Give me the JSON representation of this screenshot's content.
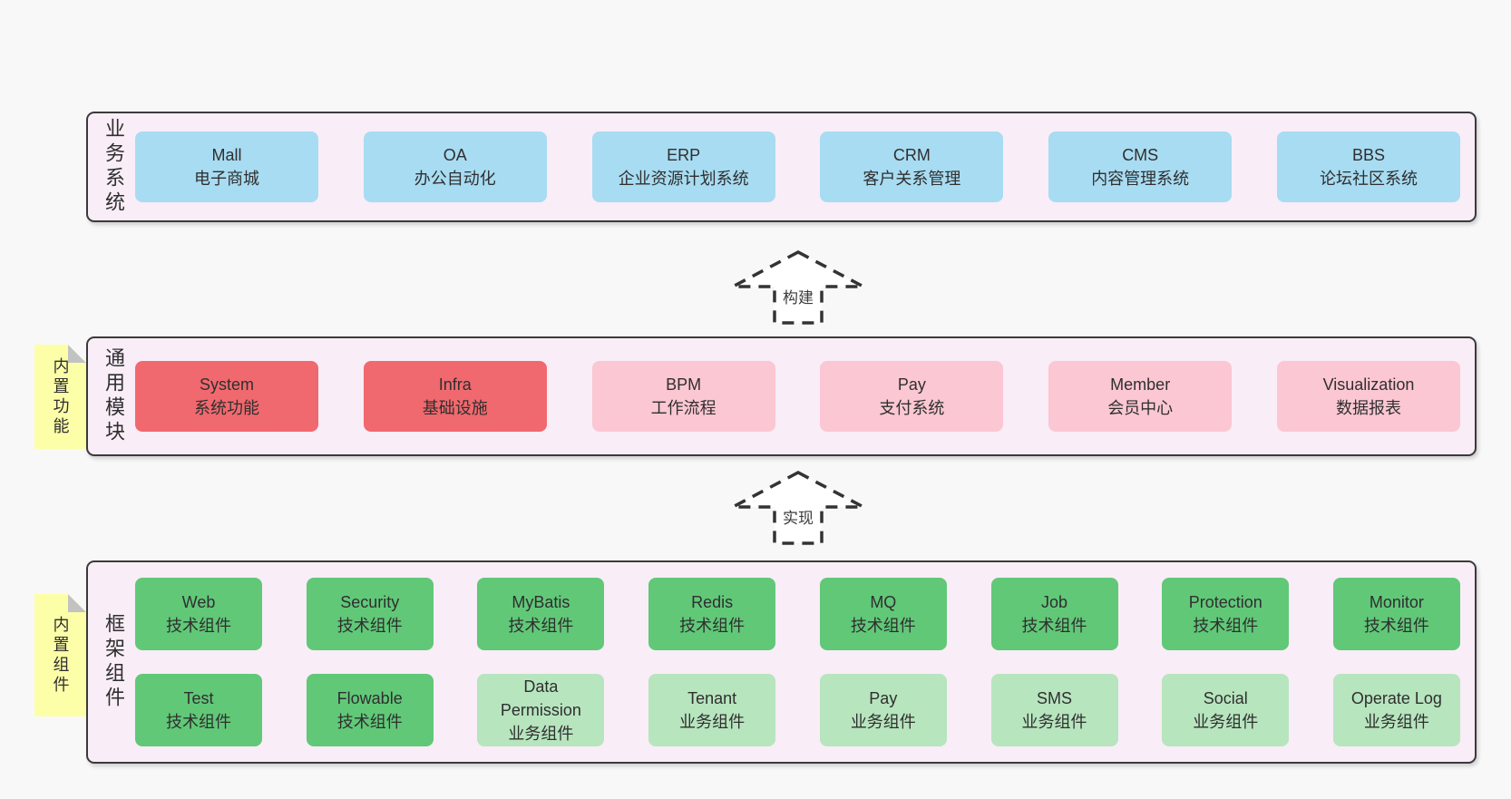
{
  "colors": {
    "page_bg": "#f8f8f8",
    "panel_bg": "#f9edf7",
    "panel_border": "#3a3a3a",
    "blue": "#a8dcf2",
    "red": "#f0696e",
    "pink": "#fbc7d2",
    "green": "#61c878",
    "light_green": "#b7e5be",
    "yellow": "#fdffa8",
    "fold_gray": "#c2c2c2",
    "text": "#333333",
    "arrow_fill": "#ffffff"
  },
  "arrows": [
    {
      "label": "构建"
    },
    {
      "label": "实现"
    }
  ],
  "layers": [
    {
      "label": "业务系统",
      "tag": null,
      "rows": [
        [
          {
            "title": "Mall",
            "subtitle": "电子商城",
            "type": "blue"
          },
          {
            "title": "OA",
            "subtitle": "办公自动化",
            "type": "blue"
          },
          {
            "title": "ERP",
            "subtitle": "企业资源计划系统",
            "type": "blue"
          },
          {
            "title": "CRM",
            "subtitle": "客户关系管理",
            "type": "blue"
          },
          {
            "title": "CMS",
            "subtitle": "内容管理系统",
            "type": "blue"
          },
          {
            "title": "BBS",
            "subtitle": "论坛社区系统",
            "type": "blue"
          }
        ]
      ]
    },
    {
      "label": "通用模块",
      "tag": "内置功能",
      "rows": [
        [
          {
            "title": "System",
            "subtitle": "系统功能",
            "type": "red"
          },
          {
            "title": "Infra",
            "subtitle": "基础设施",
            "type": "red"
          },
          {
            "title": "BPM",
            "subtitle": "工作流程",
            "type": "pink"
          },
          {
            "title": "Pay",
            "subtitle": "支付系统",
            "type": "pink"
          },
          {
            "title": "Member",
            "subtitle": "会员中心",
            "type": "pink"
          },
          {
            "title": "Visualization",
            "subtitle": "数据报表",
            "type": "pink"
          }
        ]
      ]
    },
    {
      "label": "框架组件",
      "tag": "内置组件",
      "rows": [
        [
          {
            "title": "Web",
            "subtitle": "技术组件",
            "type": "green"
          },
          {
            "title": "Security",
            "subtitle": "技术组件",
            "type": "green"
          },
          {
            "title": "MyBatis",
            "subtitle": "技术组件",
            "type": "green"
          },
          {
            "title": "Redis",
            "subtitle": "技术组件",
            "type": "green"
          },
          {
            "title": "MQ",
            "subtitle": "技术组件",
            "type": "green"
          },
          {
            "title": "Job",
            "subtitle": "技术组件",
            "type": "green"
          },
          {
            "title": "Protection",
            "subtitle": "技术组件",
            "type": "green"
          },
          {
            "title": "Monitor",
            "subtitle": "技术组件",
            "type": "green"
          }
        ],
        [
          {
            "title": "Test",
            "subtitle": "技术组件",
            "type": "green"
          },
          {
            "title": "Flowable",
            "subtitle": "技术组件",
            "type": "green"
          },
          {
            "title": "Data Permission",
            "subtitle": "业务组件",
            "type": "lightgreen"
          },
          {
            "title": "Tenant",
            "subtitle": "业务组件",
            "type": "lightgreen"
          },
          {
            "title": "Pay",
            "subtitle": "业务组件",
            "type": "lightgreen"
          },
          {
            "title": "SMS",
            "subtitle": "业务组件",
            "type": "lightgreen"
          },
          {
            "title": "Social",
            "subtitle": "业务组件",
            "type": "lightgreen"
          },
          {
            "title": "Operate Log",
            "subtitle": "业务组件",
            "type": "lightgreen"
          }
        ]
      ]
    }
  ]
}
